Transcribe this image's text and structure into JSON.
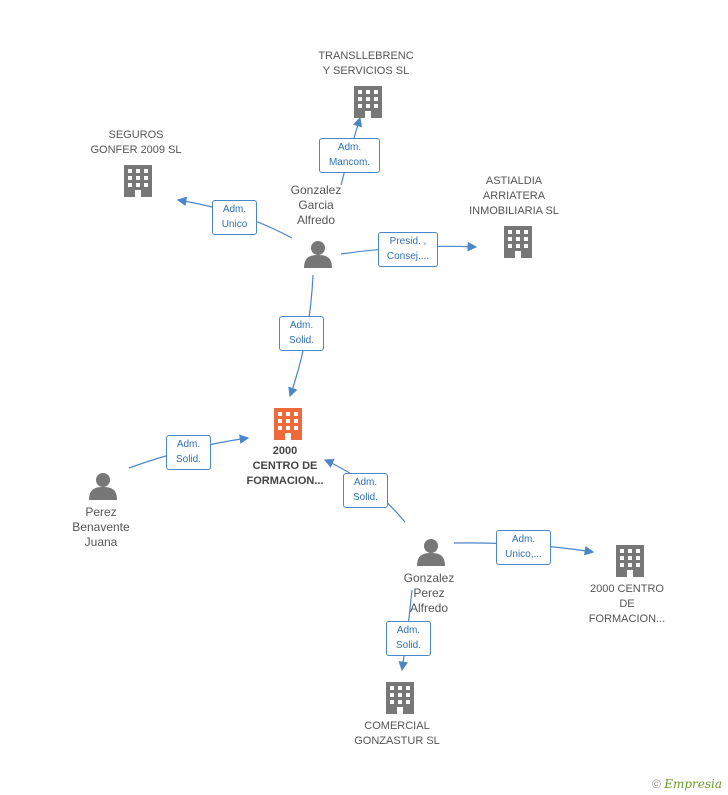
{
  "colors": {
    "edge": "#4a86c8",
    "building": "#777777",
    "building_center": "#ee6a3a",
    "person": "#777777"
  },
  "nodes": {
    "transllebrenc": "TRANSLLEBRENC\nY SERVICIOS  SL",
    "seguros": "SEGUROS\nGONFER 2009 SL",
    "astialdia": "ASTIALDIA\nARRIATERA\nINMOBILIARIA SL",
    "gonzalez_garcia": "Gonzalez\nGarcia\nAlfredo",
    "centro_main": "2000\nCENTRO DE\nFORMACION...",
    "perez_benavente": "Perez\nBenavente\nJuana",
    "gonzalez_perez": "Gonzalez\nPerez\nAlfredo",
    "centro_right": "2000 CENTRO\nDE\nFORMACION...",
    "comercial": "COMERCIAL\nGONZASTUR SL"
  },
  "edges": {
    "adm_mancom": "Adm.\nMancom.",
    "adm_unico": "Adm.\nUnico",
    "presid_consej": "Presid. ,\nConsej....",
    "adm_solid_top": "Adm.\nSolid.",
    "adm_solid_left": "Adm.\nSolid.",
    "adm_solid_center": "Adm.\nSolid.",
    "adm_unico_right": "Adm.\nUnico,...",
    "adm_solid_bottom": "Adm.\nSolid."
  },
  "footer": {
    "copyright": "©",
    "brand": "Empresia"
  }
}
